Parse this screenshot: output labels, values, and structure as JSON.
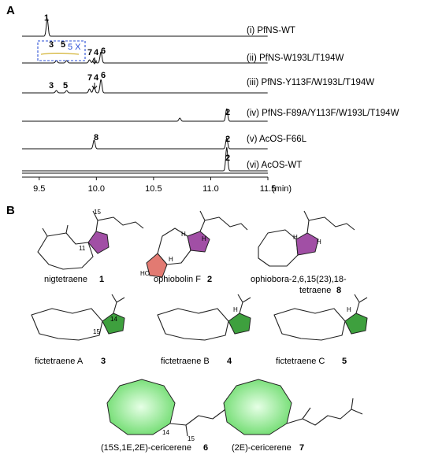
{
  "panel_a": {
    "letter": "A",
    "traces": [
      {
        "label": "(i) PfNS-WT"
      },
      {
        "label": "(ii) PfNS-W193L/T194W"
      },
      {
        "label": "(iii) PfNS-Y113F/W193L/T194W"
      },
      {
        "label": "(iv) PfNS-F89A/Y113F/W193L/T194W"
      },
      {
        "label": "(v) AcOS-F66L"
      },
      {
        "label": "(vi) AcOS-WT"
      }
    ],
    "zoom_label": "5 X",
    "peak_labels": {
      "t1": [
        "1"
      ],
      "t2": [
        "3",
        "5",
        "7",
        "4",
        "6"
      ],
      "t3": [
        "3",
        "5",
        "7",
        "4",
        "6"
      ],
      "t4": [
        "2"
      ],
      "t5": [
        "8",
        "2"
      ],
      "t6": [
        "2"
      ]
    },
    "axis_ticks": [
      "9.5",
      "10.0",
      "10.5",
      "11.0",
      "11.5"
    ],
    "axis_unit": "(min)"
  },
  "panel_b": {
    "letter": "B",
    "compounds": [
      {
        "name": "nigtetraene",
        "num": "1"
      },
      {
        "name": "ophiobolin F",
        "num": "2"
      },
      {
        "name_line1": "ophiobora-2,6,15(23),18-",
        "name_line2": "tetraene",
        "num": "8"
      },
      {
        "name": "fictetraene A",
        "num": "3"
      },
      {
        "name": "fictetraene B",
        "num": "4"
      },
      {
        "name": "fictetraene C",
        "num": "5"
      },
      {
        "name": "(15S,1E,2E)-cericerene",
        "num": "6"
      },
      {
        "name": "(2E)-cericerene",
        "num": "7"
      }
    ],
    "atom_labels": [
      "15",
      "11",
      "H",
      "H",
      "H",
      "HO",
      "H",
      "H",
      "14",
      "15",
      "H",
      "H",
      "14",
      "15"
    ]
  },
  "chart_data": {
    "type": "line",
    "title": "",
    "xlabel": "(min)",
    "ylabel": "",
    "xlim": [
      9.35,
      11.5
    ],
    "x_ticks": [
      9.5,
      10.0,
      10.5,
      11.0,
      11.5
    ],
    "series": [
      {
        "name": "(i) PfNS-WT",
        "peaks": [
          {
            "x": 9.57,
            "height": 22,
            "label": "1"
          }
        ]
      },
      {
        "name": "(ii) PfNS-W193L/T194W",
        "peaks": [
          {
            "x": 9.65,
            "height": 3,
            "label": "3"
          },
          {
            "x": 9.74,
            "height": 3,
            "label": "5"
          },
          {
            "x": 9.94,
            "height": 4,
            "label": "7"
          },
          {
            "x": 9.98,
            "height": 6,
            "label": "4"
          },
          {
            "x": 10.04,
            "height": 14,
            "label": "6"
          }
        ]
      },
      {
        "name": "(iii) PfNS-Y113F/W193L/T194W",
        "peaks": [
          {
            "x": 9.65,
            "height": 3,
            "label": "3"
          },
          {
            "x": 9.74,
            "height": 3,
            "label": "5"
          },
          {
            "x": 9.94,
            "height": 5,
            "label": "7"
          },
          {
            "x": 9.98,
            "height": 8,
            "label": "4"
          },
          {
            "x": 10.04,
            "height": 17,
            "label": "6"
          }
        ]
      },
      {
        "name": "(iv) PfNS-F89A/Y113F/W193L/T194W",
        "peaks": [
          {
            "x": 10.73,
            "height": 4,
            "label": ""
          },
          {
            "x": 11.14,
            "height": 16,
            "label": "2"
          }
        ]
      },
      {
        "name": "(v) AcOS-F66L",
        "peaks": [
          {
            "x": 9.98,
            "height": 11,
            "label": "8"
          },
          {
            "x": 11.14,
            "height": 14,
            "label": "2"
          }
        ]
      },
      {
        "name": "(vi) AcOS-WT",
        "peaks": [
          {
            "x": 11.14,
            "height": 30,
            "label": "2"
          }
        ]
      }
    ]
  }
}
